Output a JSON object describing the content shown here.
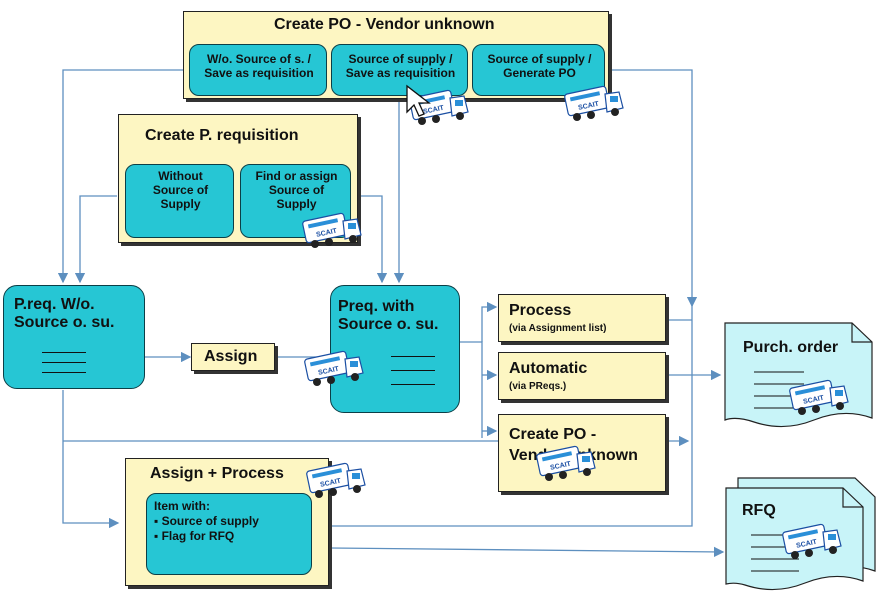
{
  "create_po_unknown": {
    "title": "Create PO - Vendor unknown",
    "wo_source_line1": "W/o. Source of s. /",
    "wo_source_line2": "Save as requisition",
    "source_save_line1": "Source of supply /",
    "source_save_line2": "Save as requisition",
    "source_generate_line1": "Source of supply /",
    "source_generate_line2": "Generate PO"
  },
  "create_requisition": {
    "title": "Create P. requisition",
    "without_line1": "Without",
    "without_line2": "Source of",
    "without_line3": "Supply",
    "find_line1": "Find or assign",
    "find_line2": "Source of",
    "find_line3": "Supply"
  },
  "preq_without": {
    "line1": "P.req. W/o.",
    "line2": "Source o. su."
  },
  "assign": {
    "label": "Assign"
  },
  "preq_with": {
    "line1": "Preq. with",
    "line2": "Source o. su."
  },
  "process_box": {
    "title": "Process",
    "sub": "(via Assignment list)"
  },
  "automatic_box": {
    "title": "Automatic",
    "sub": "(via PReqs.)"
  },
  "create_po_box": {
    "line1": "Create PO -",
    "line2": "Vendor unknown"
  },
  "assign_process": {
    "title": "Assign + Process",
    "item_title": "Item with:",
    "bullet1": "▪ Source of supply",
    "bullet2": "▪ Flag for RFQ"
  },
  "purch_order": {
    "label": "Purch. order"
  },
  "rfq": {
    "label": "RFQ"
  },
  "truck": {
    "label": "SCAIT"
  },
  "colors": {
    "cyan_box": "#26c6d4",
    "yellow_box": "#fdf6c2",
    "document": "#c8f4f8",
    "arrow": "#5d8fbf"
  }
}
